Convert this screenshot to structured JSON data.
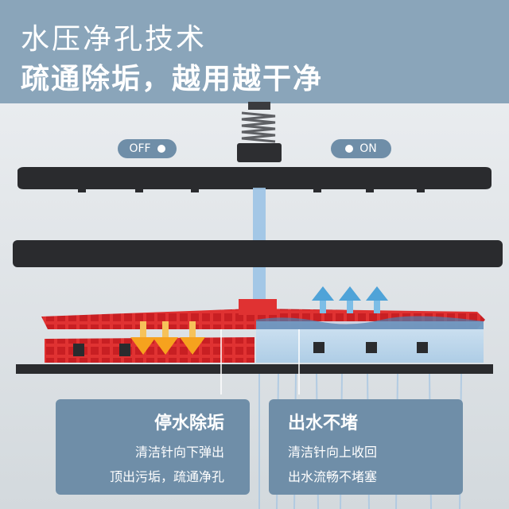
{
  "headline": {
    "line1": "水压净孔技术",
    "line2": "疏通除垢，越用越干净"
  },
  "toggle_off": {
    "label": "OFF"
  },
  "toggle_on": {
    "label": "ON"
  },
  "card_left": {
    "title": "停水除垢",
    "line1": "清洁针向下弹出",
    "line2": "顶出污垢，疏通净孔"
  },
  "card_right": {
    "title": "出水不堵",
    "line1": "清洁针向上收回",
    "line2": "出水流畅不堵塞"
  },
  "colors": {
    "band": "#8aa5ba",
    "card": "#6f8ea8",
    "plate": "#2a2b2e",
    "red_grid": "#e03232",
    "water": "#9cc3e6",
    "arrow_orange": "#f6a21e",
    "arrow_blue": "#4fa3d8"
  },
  "icons": [
    "down-arrow-icon",
    "up-arrow-icon",
    "toggle-dot-icon",
    "spring-icon"
  ]
}
